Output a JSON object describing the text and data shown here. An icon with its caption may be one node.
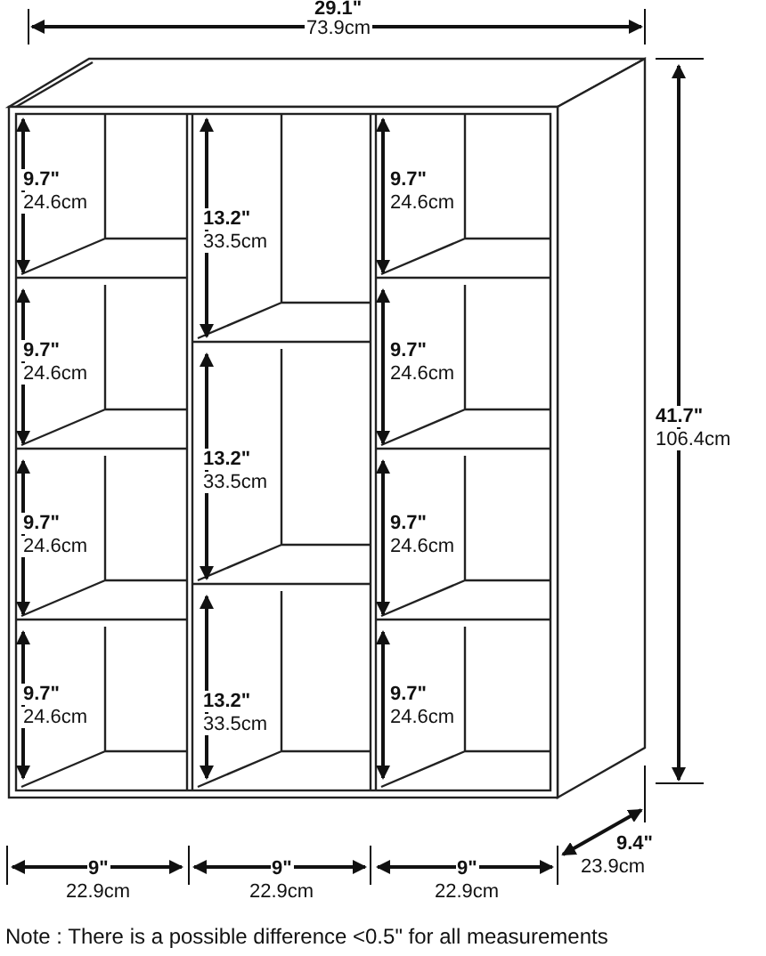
{
  "diagram": {
    "labels": [
      "29.1\"",
      "73.9cm",
      "9.7\"",
      "24.6cm",
      "13.2\"",
      "33.5cm",
      "9.7\"",
      "24.6cm",
      "41.7\"",
      "106.4cm",
      "9.7\"",
      "24.6cm",
      "9.7\"",
      "24.6cm",
      "13.2\"",
      "33.5cm",
      "9.7\"",
      "24.6cm",
      "9.7\"",
      "24.6cm",
      "9.7\"",
      "24.6cm",
      "13.2\"",
      "33.5cm",
      "9.7\"",
      "24.6cm",
      "9\"",
      "22.9cm",
      "9\"",
      "22.9cm",
      "9\"",
      "22.9cm",
      "9.4\"",
      "23.9cm",
      "Note : There is a possible difference <0.5\" for all measurements"
    ]
  }
}
